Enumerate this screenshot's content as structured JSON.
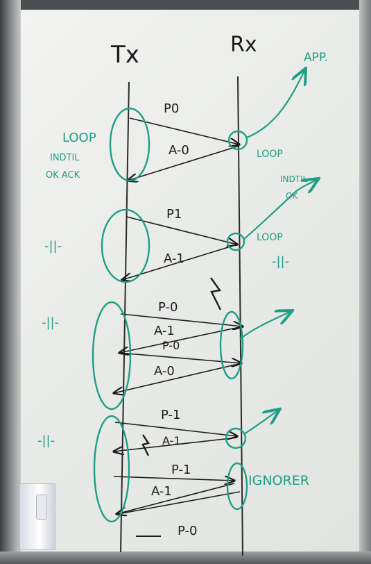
{
  "colors": {
    "marker_black": "#1b1b1b",
    "marker_green": "#1f9e86",
    "board": "#eceeec"
  },
  "headers": {
    "tx": "Tx",
    "rx": "Rx"
  },
  "app_label": "APP.",
  "loop_blocks": [
    {
      "left_label": [
        "LOOP",
        "INDTIL",
        "OK ACK"
      ],
      "rx_label": [
        "LOOP",
        "INDTIL",
        "OK"
      ]
    },
    {
      "left_label": [
        "-||-"
      ],
      "rx_label": [
        "LOOP",
        "-||-"
      ]
    },
    {
      "left_label": [
        "-||-"
      ]
    },
    {
      "left_label": [
        "-||-"
      ],
      "rx_label": [
        "IGNORER"
      ]
    }
  ],
  "messages": [
    {
      "label": "P0",
      "direction": "tx-to-rx"
    },
    {
      "label": "A-0",
      "direction": "rx-to-tx"
    },
    {
      "label": "P1",
      "direction": "tx-to-rx"
    },
    {
      "label": "A-1",
      "direction": "rx-to-tx"
    },
    {
      "label": "P-0",
      "direction": "tx-to-rx"
    },
    {
      "label": "A-1",
      "direction": "rx-to-tx"
    },
    {
      "label": "P-0",
      "direction": "tx-to-rx"
    },
    {
      "label": "A-0",
      "direction": "rx-to-tx"
    },
    {
      "label": "P-1",
      "direction": "tx-to-rx"
    },
    {
      "label": "A-1",
      "direction": "rx-to-tx"
    },
    {
      "label": "P-1",
      "direction": "tx-to-rx"
    },
    {
      "label": "A-1",
      "direction": "rx-to-tx"
    },
    {
      "label": "P-0",
      "direction": "tx-to-rx"
    }
  ]
}
